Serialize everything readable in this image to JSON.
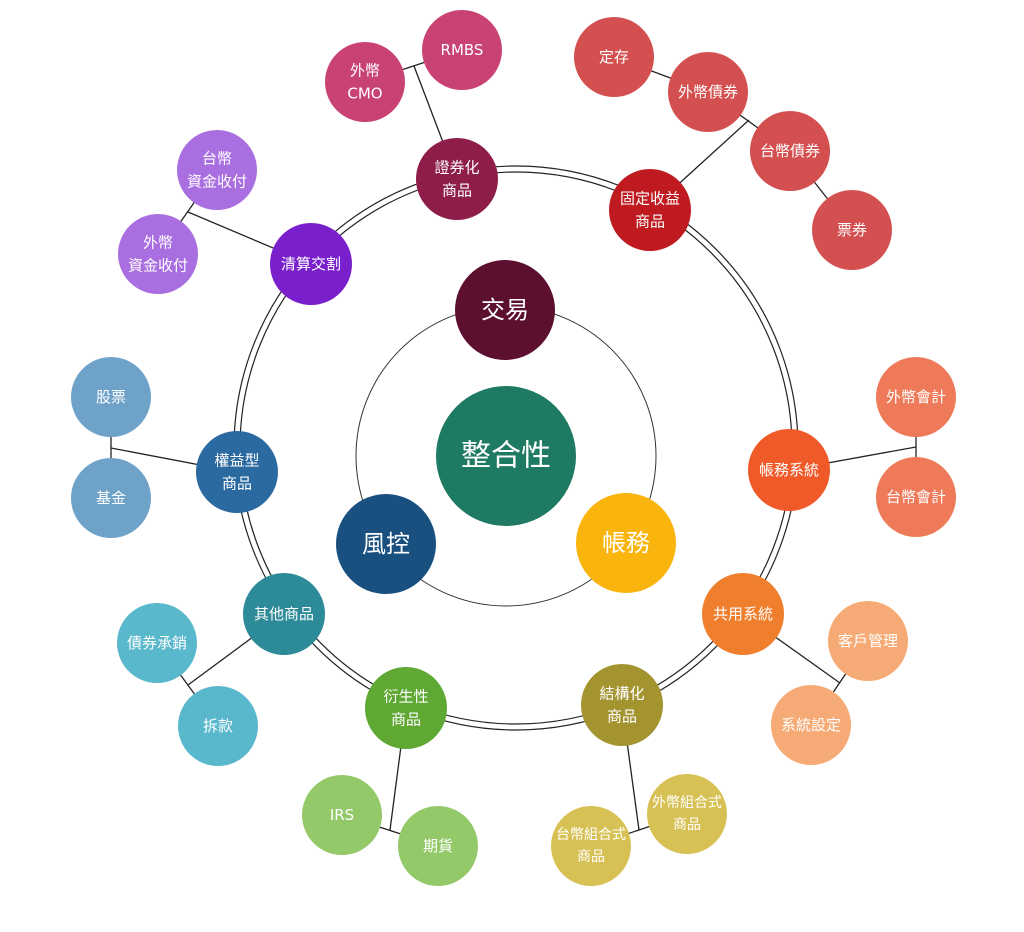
{
  "center": {
    "label": "整合性",
    "color": "#1e7a63"
  },
  "pillars": [
    {
      "id": "trading",
      "label": "交易",
      "color": "#5c0f2e"
    },
    {
      "id": "accounting",
      "label": "帳務",
      "color": "#f9b40e"
    },
    {
      "id": "risk",
      "label": "風控",
      "color": "#1a5080"
    }
  ],
  "modules": [
    {
      "id": "securitization",
      "lines": [
        "證券化",
        "商品"
      ],
      "color": "#8e1d4a",
      "children": [
        {
          "lines": [
            "外幣",
            "CMO"
          ],
          "color": "#c84274"
        },
        {
          "lines": [
            "RMBS"
          ],
          "color": "#c84274"
        }
      ]
    },
    {
      "id": "fixed-income",
      "lines": [
        "固定收益",
        "商品"
      ],
      "color": "#bf1a20",
      "children": [
        {
          "lines": [
            "定存"
          ],
          "color": "#d45050"
        },
        {
          "lines": [
            "外幣債券"
          ],
          "color": "#d45050"
        },
        {
          "lines": [
            "台幣債券"
          ],
          "color": "#d45050"
        },
        {
          "lines": [
            "票券"
          ],
          "color": "#d45050"
        }
      ]
    },
    {
      "id": "accounting-system",
      "lines": [
        "帳務系統"
      ],
      "color": "#ef5a28",
      "children": [
        {
          "lines": [
            "外幣會計"
          ],
          "color": "#ee7a5a"
        },
        {
          "lines": [
            "台幣會計"
          ],
          "color": "#ee7a5a"
        }
      ]
    },
    {
      "id": "shared-system",
      "lines": [
        "共用系統"
      ],
      "color": "#f07f2d",
      "children": [
        {
          "lines": [
            "客戶管理"
          ],
          "color": "#f6ab76"
        },
        {
          "lines": [
            "系統設定"
          ],
          "color": "#f6ab76"
        }
      ]
    },
    {
      "id": "structured",
      "lines": [
        "結構化",
        "商品"
      ],
      "color": "#a39430",
      "children": [
        {
          "lines": [
            "外幣組合式",
            "商品"
          ],
          "color": "#d8c154"
        },
        {
          "lines": [
            "台幣組合式",
            "商品"
          ],
          "color": "#d8c154"
        }
      ]
    },
    {
      "id": "derivatives",
      "lines": [
        "衍生性",
        "商品"
      ],
      "color": "#5ea833",
      "children": [
        {
          "lines": [
            "IRS"
          ],
          "color": "#94c96a"
        },
        {
          "lines": [
            "期貨"
          ],
          "color": "#94c96a"
        }
      ]
    },
    {
      "id": "other",
      "lines": [
        "其他商品"
      ],
      "color": "#2d8a98",
      "children": [
        {
          "lines": [
            "債券承銷"
          ],
          "color": "#5ab8cc"
        },
        {
          "lines": [
            "拆款"
          ],
          "color": "#5ab8cc"
        }
      ]
    },
    {
      "id": "equity",
      "lines": [
        "權益型",
        "商品"
      ],
      "color": "#2b69a1",
      "children": [
        {
          "lines": [
            "股票"
          ],
          "color": "#6fa2c9"
        },
        {
          "lines": [
            "基金"
          ],
          "color": "#6fa2c9"
        }
      ]
    },
    {
      "id": "clearing",
      "lines": [
        "清算交割"
      ],
      "color": "#7a1fcc",
      "children": [
        {
          "lines": [
            "台幣",
            "資金收付"
          ],
          "color": "#a96ee0"
        },
        {
          "lines": [
            "外幣",
            "資金收付"
          ],
          "color": "#a96ee0"
        }
      ]
    }
  ]
}
